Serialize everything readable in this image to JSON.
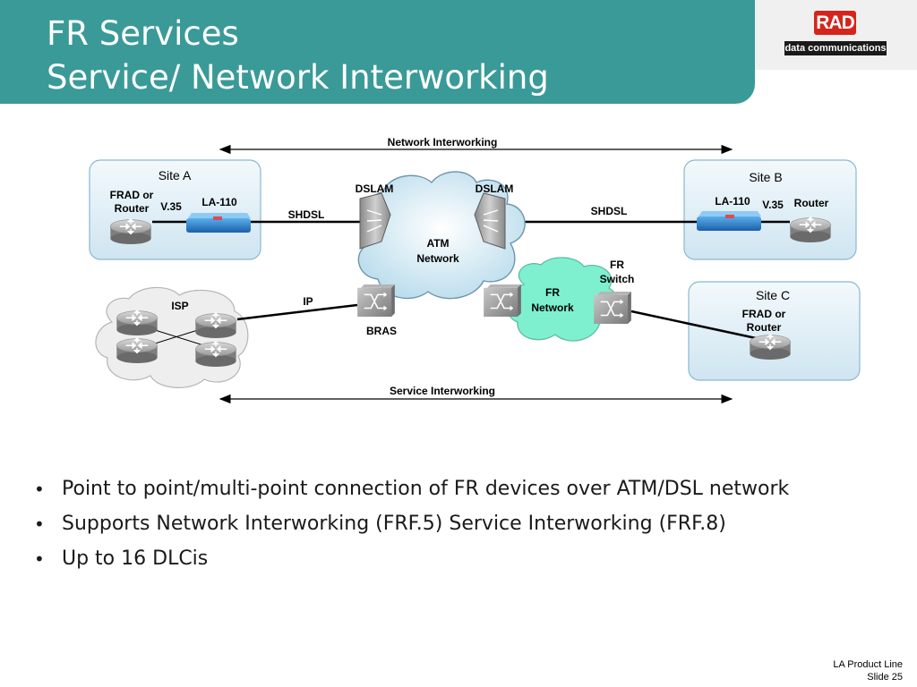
{
  "header": {
    "title_line1": "FR Services",
    "title_line2": "Service/ Network Interworking",
    "logo_text": "RAD",
    "logo_tagline": "data communications",
    "colors": {
      "band": "#3a9a98",
      "tab": "#8dbdbc",
      "logo_red": "#d4251c"
    }
  },
  "diagram": {
    "network_interworking": "Network Interworking",
    "service_interworking": "Service Interworking",
    "site_a": {
      "title": "Site A",
      "frad_line1": "FRAD or",
      "frad_line2": "Router",
      "v35": "V.35",
      "la110": "LA-110"
    },
    "site_b": {
      "title": "Site B",
      "la110": "LA-110",
      "v35": "V.35",
      "router": "Router"
    },
    "site_c": {
      "title": "Site C",
      "frad_line1": "FRAD or",
      "frad_line2": "Router"
    },
    "dslam_left": "DSLAM",
    "dslam_right": "DSLAM",
    "shdsl_left": "SHDSL",
    "shdsl_right": "SHDSL",
    "atm_line1": "ATM",
    "atm_line2": "Network",
    "fr_network_line1": "FR",
    "fr_network_line2": "Network",
    "fr_switch_line1": "FR",
    "fr_switch_line2": "Switch",
    "isp": "ISP",
    "ip": "IP",
    "bras": "BRAS",
    "icons": [
      "router-icon",
      "la110-device-icon",
      "dslam-icon",
      "switch-icon",
      "cloud-icon"
    ]
  },
  "bullets": [
    "Point to point/multi-point connection of FR devices over ATM/DSL network",
    "Supports Network Interworking (FRF.5) Service Interworking (FRF.8)",
    "Up to 16 DLCis"
  ],
  "footer": {
    "line1": "LA Product Line",
    "line2": "Slide 25"
  }
}
